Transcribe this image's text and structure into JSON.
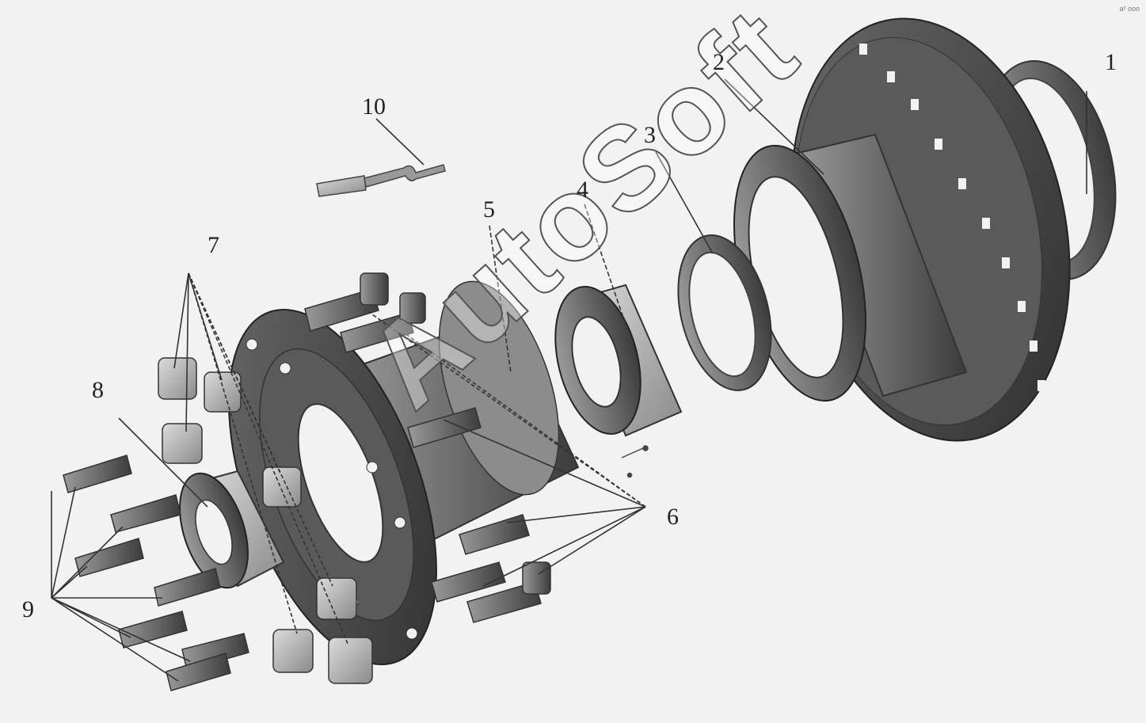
{
  "callouts": {
    "c1": "1",
    "c2": "2",
    "c3": "3",
    "c4": "4",
    "c5": "5",
    "c6": "6",
    "c7": "7",
    "c8": "8",
    "c9": "9",
    "c10": "10"
  },
  "watermark": "AutoSoft",
  "corner_mark": "a² ooo",
  "colors": {
    "background": "#f2f2f2",
    "part_dark": "#4a4a4a",
    "part_mid": "#7a7a7a",
    "part_light": "#b5b5b5",
    "leader": "#333333"
  }
}
